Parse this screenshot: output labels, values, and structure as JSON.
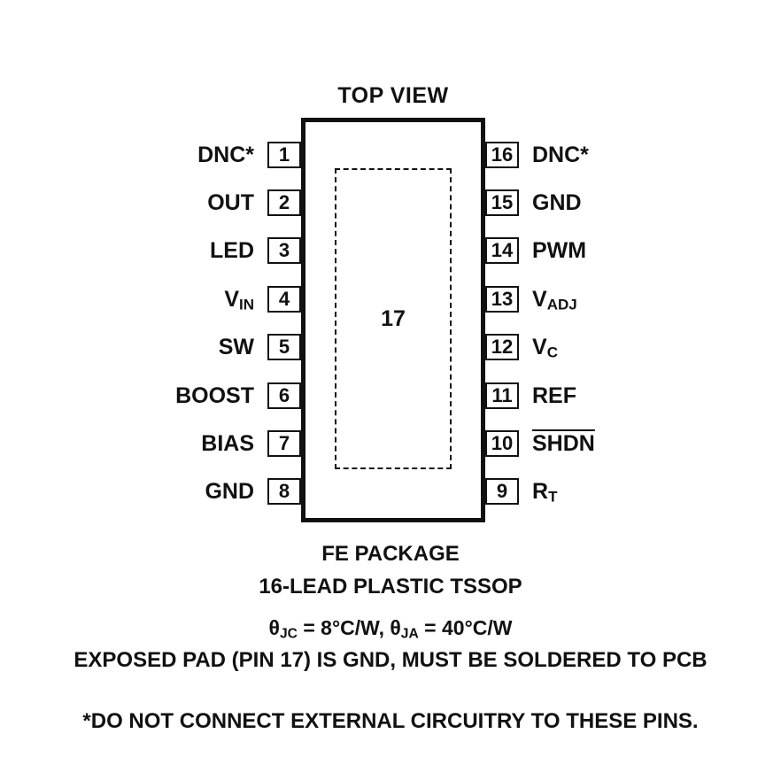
{
  "title": "TOP VIEW",
  "ink_color": "#111111",
  "chip": {
    "pad_label": "17",
    "left_pins": [
      {
        "num": "1",
        "base": "DNC*"
      },
      {
        "num": "2",
        "base": "OUT"
      },
      {
        "num": "3",
        "base": "LED"
      },
      {
        "num": "4",
        "base": "V",
        "sub": "IN"
      },
      {
        "num": "5",
        "base": "SW"
      },
      {
        "num": "6",
        "base": "BOOST"
      },
      {
        "num": "7",
        "base": "BIAS"
      },
      {
        "num": "8",
        "base": "GND"
      }
    ],
    "right_pins": [
      {
        "num": "16",
        "base": "DNC*"
      },
      {
        "num": "15",
        "base": "GND"
      },
      {
        "num": "14",
        "base": "PWM"
      },
      {
        "num": "13",
        "base": "V",
        "sub": "ADJ"
      },
      {
        "num": "12",
        "base": "V",
        "sub": "C"
      },
      {
        "num": "11",
        "base": "REF"
      },
      {
        "num": "10",
        "base": "SHDN",
        "overline": true
      },
      {
        "num": "9",
        "base": "R",
        "sub": "T"
      }
    ]
  },
  "footer": {
    "package_name": "FE PACKAGE",
    "package_type": "16-LEAD PLASTIC TSSOP",
    "thermal": {
      "theta1": "θ",
      "sub1": "JC",
      "mid1": " = 8°C/W, ",
      "theta2": "θ",
      "sub2": "JA",
      "mid2": " = 40°C/W"
    },
    "exposed_pad_note": "EXPOSED PAD (PIN 17) IS GND, MUST BE SOLDERED TO PCB",
    "dnc_note": "*DO NOT CONNECT EXTERNAL CIRCUITRY TO THESE PINS."
  }
}
